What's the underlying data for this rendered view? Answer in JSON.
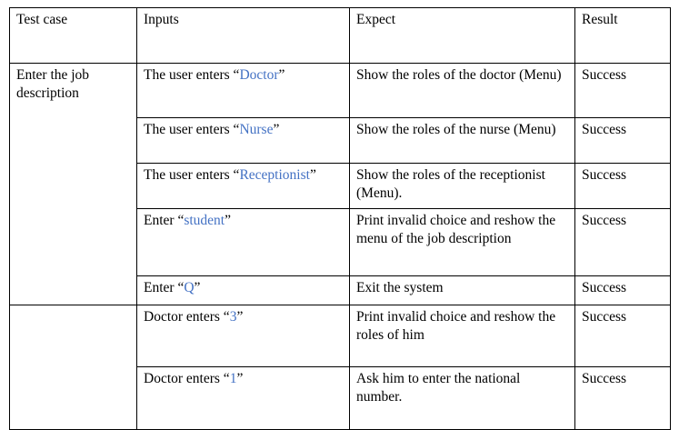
{
  "table": {
    "headers": {
      "test_case": "Test case",
      "inputs": "Inputs",
      "expect": "Expect",
      "result": "Result"
    },
    "groups": [
      {
        "label": "Enter the job description"
      },
      {
        "label": ""
      }
    ],
    "rows": [
      {
        "input_prefix": "The user enters “",
        "input_highlight": "Doctor",
        "input_suffix": "”",
        "expect": "Show the roles of the doctor (Menu)",
        "result": "Success"
      },
      {
        "input_prefix": "The user enters “",
        "input_highlight": "Nurse",
        "input_suffix": "”",
        "expect": "Show the roles of the nurse (Menu)",
        "result": "Success"
      },
      {
        "input_prefix": "The user enters “",
        "input_highlight": "Receptionist",
        "input_suffix": "”",
        "expect": "Show the roles of the receptionist (Menu).",
        "result": "Success"
      },
      {
        "input_prefix": "Enter “",
        "input_highlight": "student",
        "input_suffix": "”",
        "expect": "Print invalid choice and reshow the menu of the job description",
        "result": "Success"
      },
      {
        "input_prefix": "Enter “",
        "input_highlight": "Q",
        "input_suffix": "”",
        "expect": "Exit the system",
        "result": "Success"
      },
      {
        "input_prefix": "Doctor enters “",
        "input_highlight": "3",
        "input_suffix": "”",
        "expect": "Print invalid choice and reshow the roles of him",
        "result": "Success"
      },
      {
        "input_prefix": "Doctor enters “",
        "input_highlight": "1",
        "input_suffix": "”",
        "expect": "Ask him to enter the national number.",
        "result": "Success"
      }
    ]
  },
  "colors": {
    "highlight": "#4472c4",
    "border": "#000000",
    "text": "#000000",
    "background": "#ffffff"
  }
}
